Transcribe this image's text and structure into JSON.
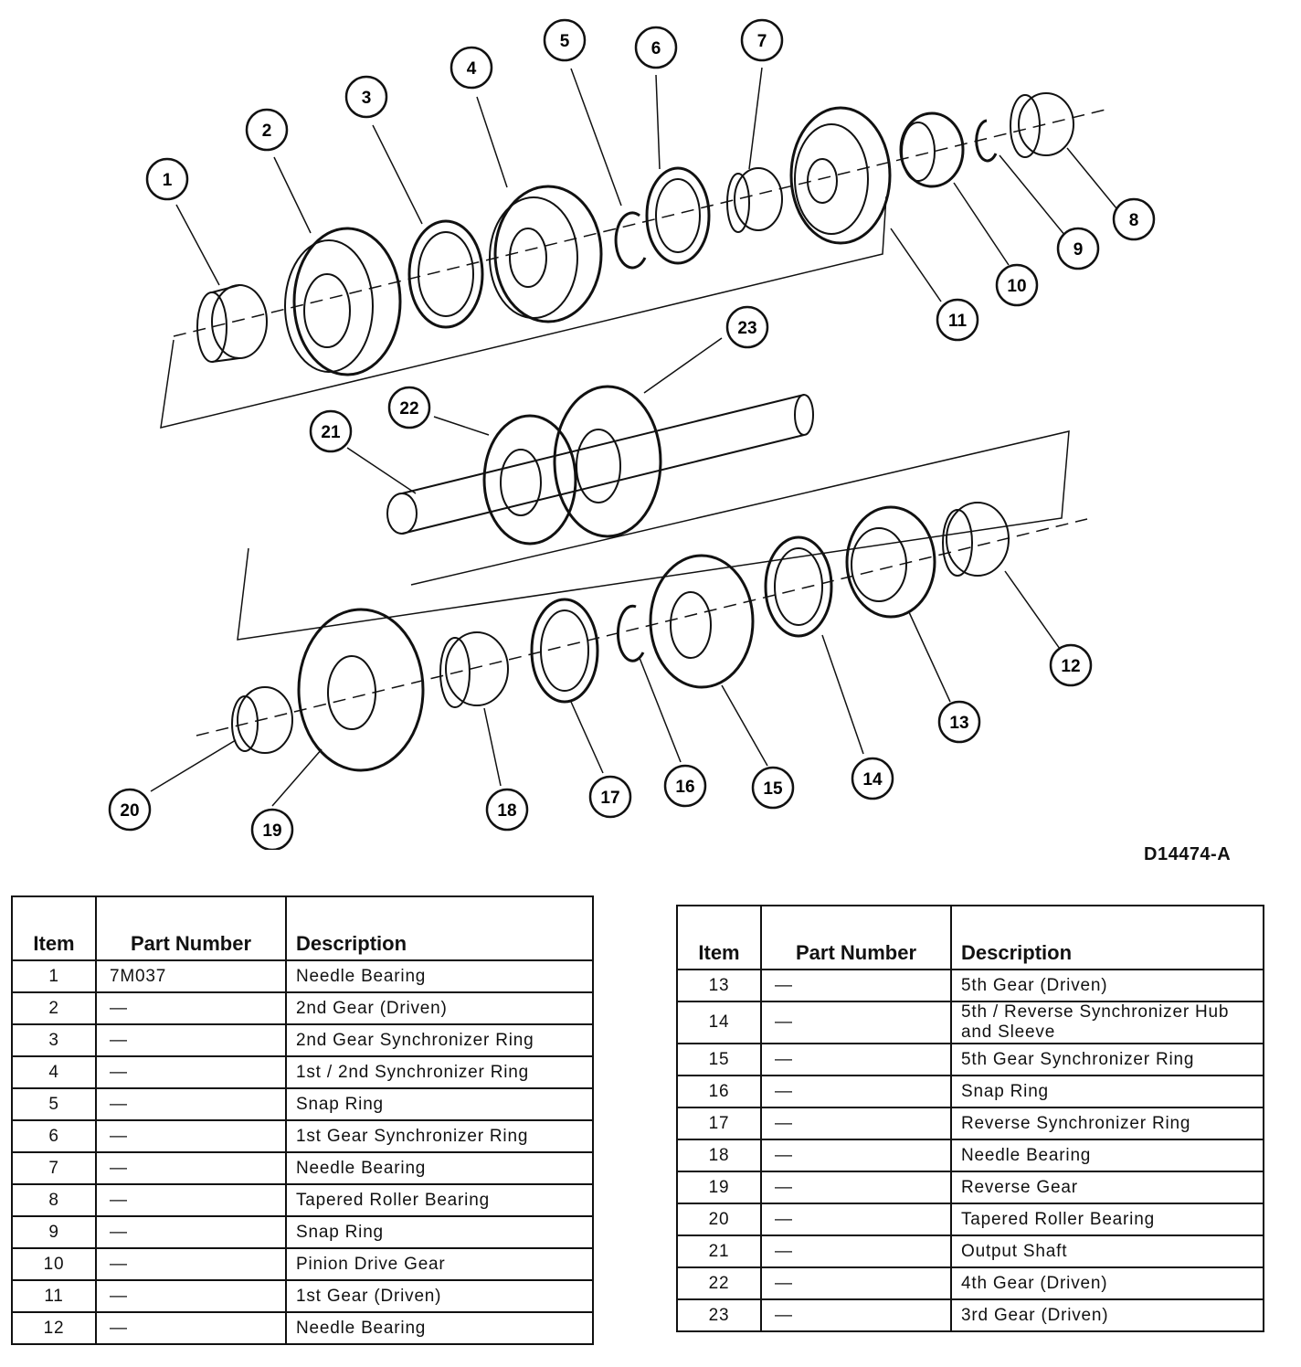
{
  "figure_id": "D14474-A",
  "callouts": [
    "1",
    "2",
    "3",
    "4",
    "5",
    "6",
    "7",
    "8",
    "9",
    "10",
    "11",
    "12",
    "13",
    "14",
    "15",
    "16",
    "17",
    "18",
    "19",
    "20",
    "21",
    "22",
    "23"
  ],
  "table_left": {
    "headers": {
      "item": "Item",
      "part": "Part Number",
      "desc": "Description"
    },
    "rows": [
      {
        "item": "1",
        "part": "7M037",
        "desc": "Needle Bearing"
      },
      {
        "item": "2",
        "part": "—",
        "desc": "2nd Gear (Driven)"
      },
      {
        "item": "3",
        "part": "—",
        "desc": "2nd Gear Synchronizer Ring"
      },
      {
        "item": "4",
        "part": "—",
        "desc": "1st / 2nd Synchronizer Ring"
      },
      {
        "item": "5",
        "part": "—",
        "desc": "Snap Ring"
      },
      {
        "item": "6",
        "part": "—",
        "desc": "1st Gear Synchronizer Ring"
      },
      {
        "item": "7",
        "part": "—",
        "desc": "Needle Bearing"
      },
      {
        "item": "8",
        "part": "—",
        "desc": "Tapered Roller Bearing"
      },
      {
        "item": "9",
        "part": "—",
        "desc": "Snap Ring"
      },
      {
        "item": "10",
        "part": "—",
        "desc": "Pinion Drive Gear"
      },
      {
        "item": "11",
        "part": "—",
        "desc": "1st Gear (Driven)"
      },
      {
        "item": "12",
        "part": "—",
        "desc": "Needle Bearing"
      }
    ]
  },
  "table_right": {
    "headers": {
      "item": "Item",
      "part": "Part Number",
      "desc": "Description"
    },
    "rows": [
      {
        "item": "13",
        "part": "—",
        "desc": "5th Gear (Driven)"
      },
      {
        "item": "14",
        "part": "—",
        "desc": "5th / Reverse Synchronizer Hub and Sleeve"
      },
      {
        "item": "15",
        "part": "—",
        "desc": "5th Gear Synchronizer Ring"
      },
      {
        "item": "16",
        "part": "—",
        "desc": "Snap Ring"
      },
      {
        "item": "17",
        "part": "—",
        "desc": "Reverse Synchronizer Ring"
      },
      {
        "item": "18",
        "part": "—",
        "desc": "Needle Bearing"
      },
      {
        "item": "19",
        "part": "—",
        "desc": "Reverse Gear"
      },
      {
        "item": "20",
        "part": "—",
        "desc": "Tapered Roller Bearing"
      },
      {
        "item": "21",
        "part": "—",
        "desc": "Output Shaft"
      },
      {
        "item": "22",
        "part": "—",
        "desc": "4th Gear (Driven)"
      },
      {
        "item": "23",
        "part": "—",
        "desc": "3rd Gear (Driven)"
      }
    ]
  }
}
